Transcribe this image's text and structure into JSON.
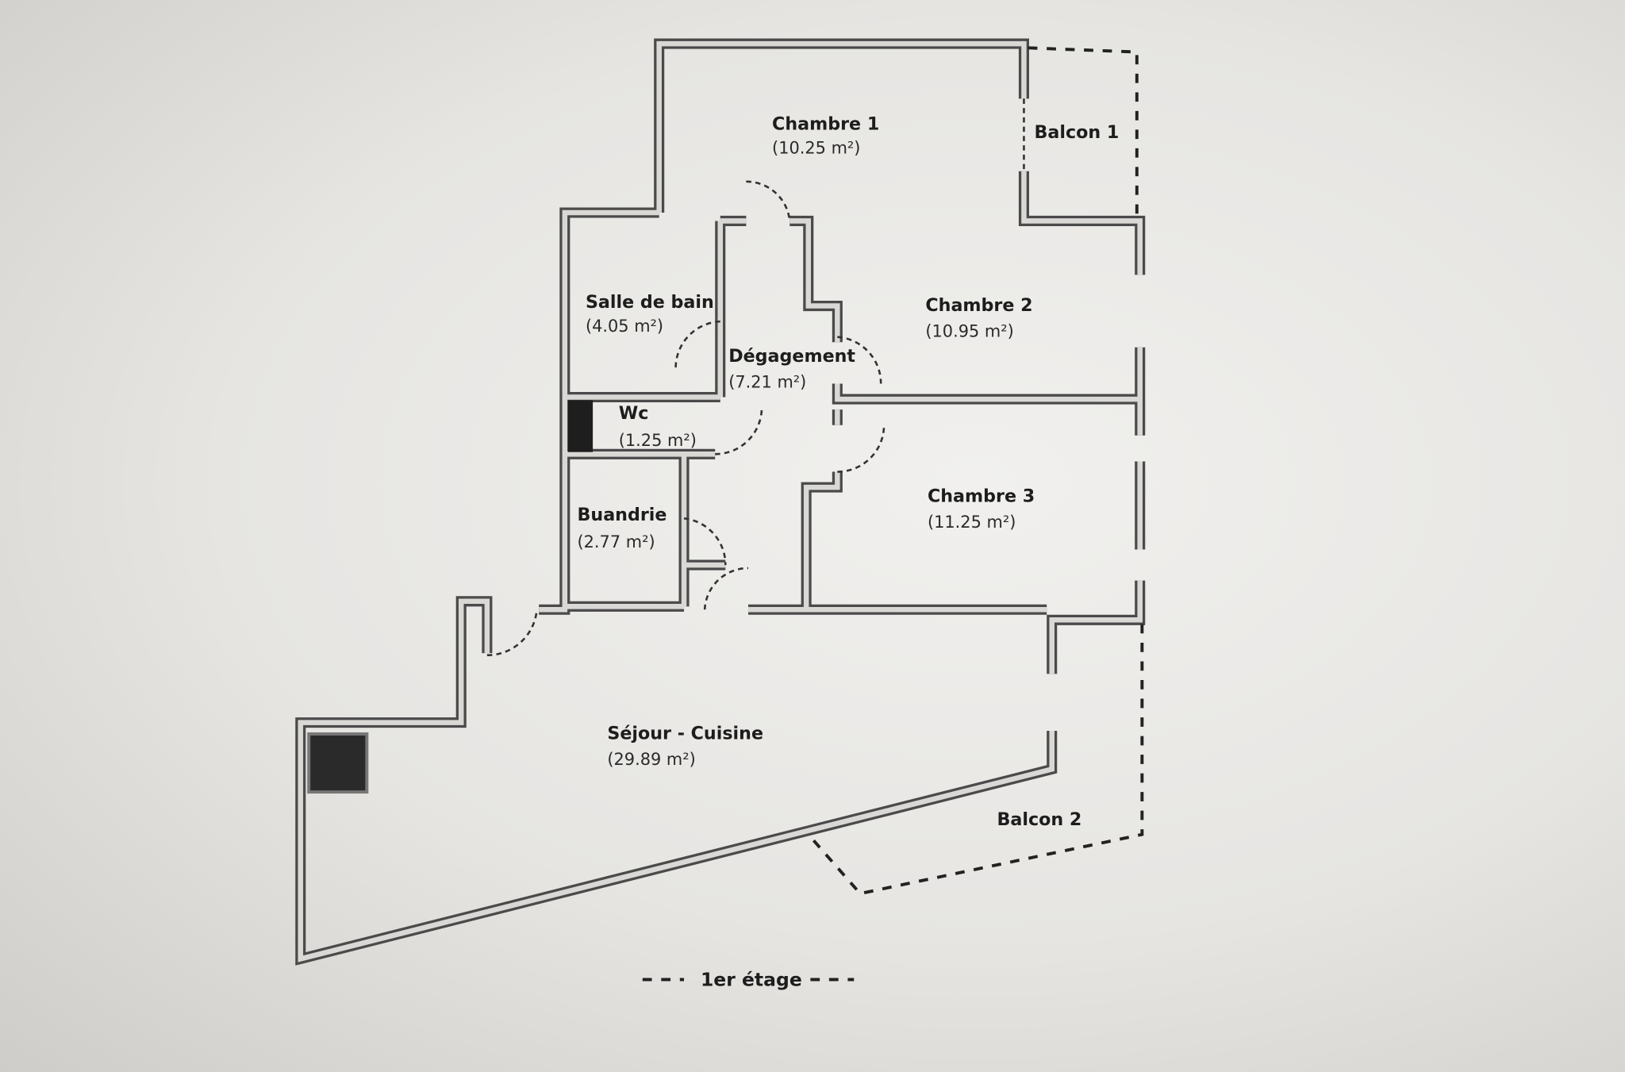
{
  "plan": {
    "floor_label": "1er étage",
    "rooms": [
      {
        "name": "Chambre 1",
        "area": "(10.25 m²)"
      },
      {
        "name": "Balcon 1"
      },
      {
        "name": "Salle de bain",
        "area": "(4.05 m²)"
      },
      {
        "name": "Chambre 2",
        "area": "(10.95 m²)"
      },
      {
        "name": "Dégagement",
        "area": "(7.21 m²)"
      },
      {
        "name": "Wc",
        "area": "(1.25 m²)"
      },
      {
        "name": "Buandrie",
        "area": "(2.77 m²)"
      },
      {
        "name": "Chambre 3",
        "area": "(11.25 m²)"
      },
      {
        "name": "Séjour - Cuisine",
        "area": "(29.89 m²)"
      },
      {
        "name": "Balcon 2"
      }
    ]
  }
}
